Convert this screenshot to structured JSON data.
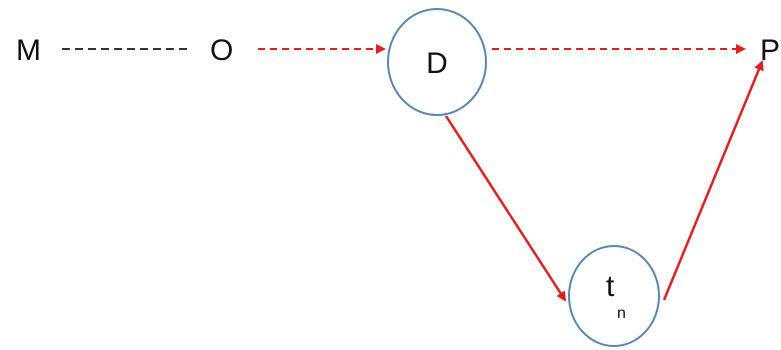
{
  "diagram": {
    "nodes": {
      "m": {
        "label": "M"
      },
      "o": {
        "label": "O"
      },
      "d": {
        "label": "D"
      },
      "p": {
        "label": "P"
      },
      "tn": {
        "label": "t",
        "subscript": "n"
      }
    },
    "colors": {
      "arrow": "#e02020",
      "dashed_link": "#333333",
      "circle_stroke": "#5b84b4",
      "text": "#111111"
    }
  }
}
